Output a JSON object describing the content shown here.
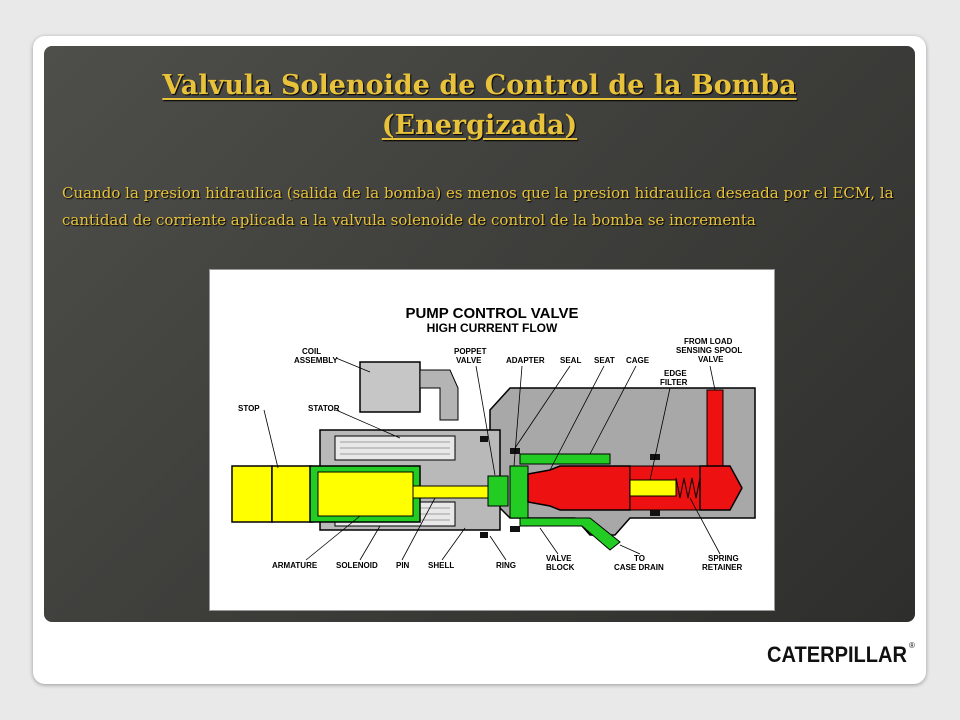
{
  "slide": {
    "title_line1": "Valvula Solenoide de Control de la Bomba",
    "title_line2": "(Energizada)",
    "body": "Cuando la presion hidraulica (salida de la bomba) es menos que la presion hidraulica deseada por el ECM, la cantidad de corriente aplicada a la valvula solenoide de control de la bomba se incrementa"
  },
  "diagram": {
    "heading": "PUMP CONTROL VALVE",
    "subheading": "HIGH CURRENT FLOW",
    "labels": {
      "coil_assembly_1": "COIL",
      "coil_assembly_2": "ASSEMBLY",
      "poppet_1": "POPPET",
      "poppet_2": "VALVE",
      "adapter": "ADAPTER",
      "seal": "SEAL",
      "seat": "SEAT",
      "cage": "CAGE",
      "from_load_1": "FROM LOAD",
      "from_load_2": "SENSING SPOOL",
      "from_load_3": "VALVE",
      "edge_filter_1": "EDGE",
      "edge_filter_2": "FILTER",
      "stop": "STOP",
      "stator": "STATOR",
      "armature": "ARMATURE",
      "solenoid": "SOLENOID",
      "pin": "PIN",
      "shell": "SHELL",
      "ring": "RING",
      "valve_block_1": "VALVE",
      "valve_block_2": "BLOCK",
      "case_drain_1": "TO",
      "case_drain_2": "CASE DRAIN",
      "spring_retainer_1": "SPRING",
      "spring_retainer_2": "RETAINER"
    }
  },
  "brand": {
    "logo_text": "CATERPILLAR",
    "registered": "®"
  },
  "colors": {
    "title": "#e8c23a",
    "yellow": "#ffff00",
    "green": "#22cc22",
    "red": "#ee1111",
    "gray": "#a8a8a8"
  }
}
